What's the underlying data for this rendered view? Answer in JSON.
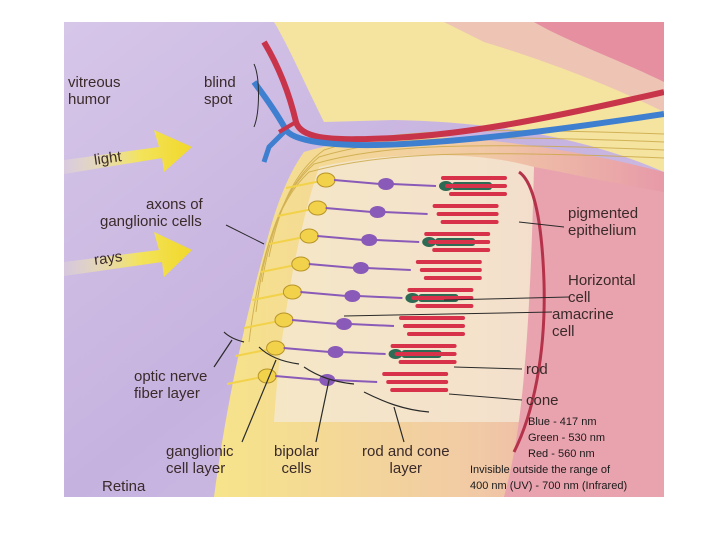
{
  "labels": {
    "vitreous_humor": [
      "vitreous",
      "humor"
    ],
    "blind_spot": [
      "blind",
      "spot"
    ],
    "light": "light",
    "axons": [
      "axons of",
      "ganglionic cells"
    ],
    "rays": "rays",
    "pigmented_epithelium": [
      "pigmented",
      "epithelium"
    ],
    "horizontal_cell": [
      "Horizontal",
      "cell"
    ],
    "amacrine_cell": [
      "amacrine",
      "cell"
    ],
    "rod": "rod",
    "cone": "cone",
    "optic_nerve_fiber_layer": [
      "optic nerve",
      "fiber layer"
    ],
    "ganglionic_cell_layer": [
      "ganglionic",
      "cell layer"
    ],
    "bipolar_cells": [
      "bipolar",
      "cells"
    ],
    "rod_and_cone_layer": [
      "rod and cone",
      "layer"
    ],
    "retina": "Retina"
  },
  "wavelengths": [
    "Blue - 417 nm",
    "Green - 530 nm",
    "Red - 560 nm",
    "Invisible outside the range of",
    "400 nm (UV) - 700 nm (Infrared)"
  ],
  "colors": {
    "background_violet": "#c9b6df",
    "retina_yellow": "#f6e48a",
    "fiber_layer": "#f3d77a",
    "pink_wall": "#e79aa8",
    "red_vessel": "#c8344a",
    "blue_vessel": "#3f7fd0",
    "arrow_yellow": "#f5e23a",
    "rod_red": "#d8324a",
    "cone_green": "#2f6a55",
    "bipolar_purple": "#8a5ab8",
    "ganglion_yellow": "#f2d24a"
  }
}
